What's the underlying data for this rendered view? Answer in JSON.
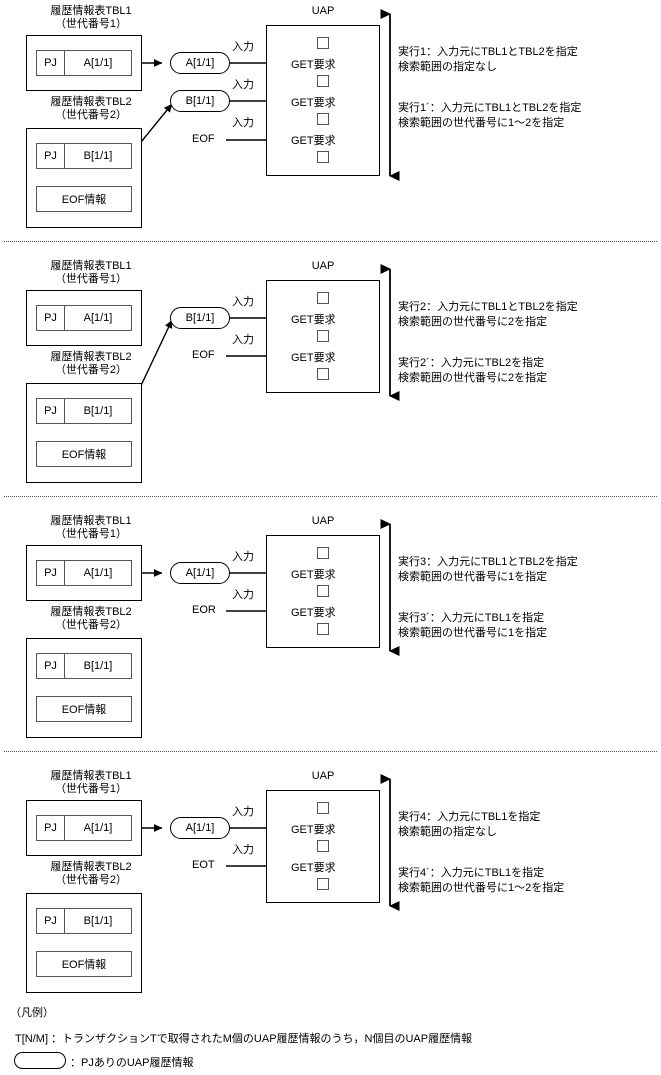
{
  "labels": {
    "tbl1_title_line1": "履歴情報表TBL1",
    "tbl1_title_line2": "（世代番号1）",
    "tbl2_title_line1": "履歴情報表TBL2",
    "tbl2_title_line2": "（世代番号2）",
    "pj": "PJ",
    "row_a": "A[1/1]",
    "row_b": "B[1/1]",
    "eof_info": "EOF情報",
    "uap": "UAP",
    "get_request": "GET要求",
    "input": "入力"
  },
  "panels": [
    {
      "id": "panel-1",
      "bubbles": [
        {
          "name": "bubble-a",
          "text": "A[1/1]"
        },
        {
          "name": "bubble-b",
          "text": "B[1/1]"
        }
      ],
      "terminator": "EOF",
      "get_count": 3,
      "input_count": 3,
      "descriptions": [
        {
          "line1": "実行1：入力元にTBL1とTBL2を指定",
          "line2": "検索範囲の指定なし"
        },
        {
          "line1": "実行1´：入力元にTBL1とTBL2を指定",
          "line2": "検索範囲の世代番号に1～2を指定"
        }
      ],
      "tbl2_has_rows": true
    },
    {
      "id": "panel-2",
      "bubbles": [
        {
          "name": "bubble-b",
          "text": "B[1/1]"
        }
      ],
      "terminator": "EOF",
      "get_count": 2,
      "input_count": 2,
      "descriptions": [
        {
          "line1": "実行2：入力元にTBL1とTBL2を指定",
          "line2": "検索範囲の世代番号に2を指定"
        },
        {
          "line1": "実行2´：入力元にTBL2を指定",
          "line2": "検索範囲の世代番号に2を指定"
        }
      ],
      "tbl2_has_rows": true
    },
    {
      "id": "panel-3",
      "bubbles": [
        {
          "name": "bubble-a",
          "text": "A[1/1]"
        }
      ],
      "terminator": "EOR",
      "get_count": 2,
      "input_count": 2,
      "descriptions": [
        {
          "line1": "実行3：入力元にTBL1とTBL2を指定",
          "line2": "検索範囲の世代番号に1を指定"
        },
        {
          "line1": "実行3´：入力元にTBL1を指定",
          "line2": "検索範囲の世代番号に1を指定"
        }
      ],
      "tbl2_has_rows": true
    },
    {
      "id": "panel-4",
      "bubbles": [
        {
          "name": "bubble-a",
          "text": "A[1/1]"
        }
      ],
      "terminator": "EOT",
      "get_count": 2,
      "input_count": 2,
      "descriptions": [
        {
          "line1": "実行4：入力元にTBL1を指定",
          "line2": "検索範囲の指定なし"
        },
        {
          "line1": "実行4´：入力元にTBL1を指定",
          "line2": "検索範囲の世代番号に1～2を指定"
        }
      ],
      "tbl2_has_rows": true
    }
  ],
  "legend": {
    "heading": "（凡例）",
    "line1": "T[N/M] ：トランザクションTで取得されたM個のUAP履歴情報のうち，N個目のUAP履歴情報",
    "line2": "：PJありのUAP履歴情報"
  },
  "colors": {
    "line": "#000000",
    "inner_line": "#555555",
    "background": "#ffffff"
  }
}
